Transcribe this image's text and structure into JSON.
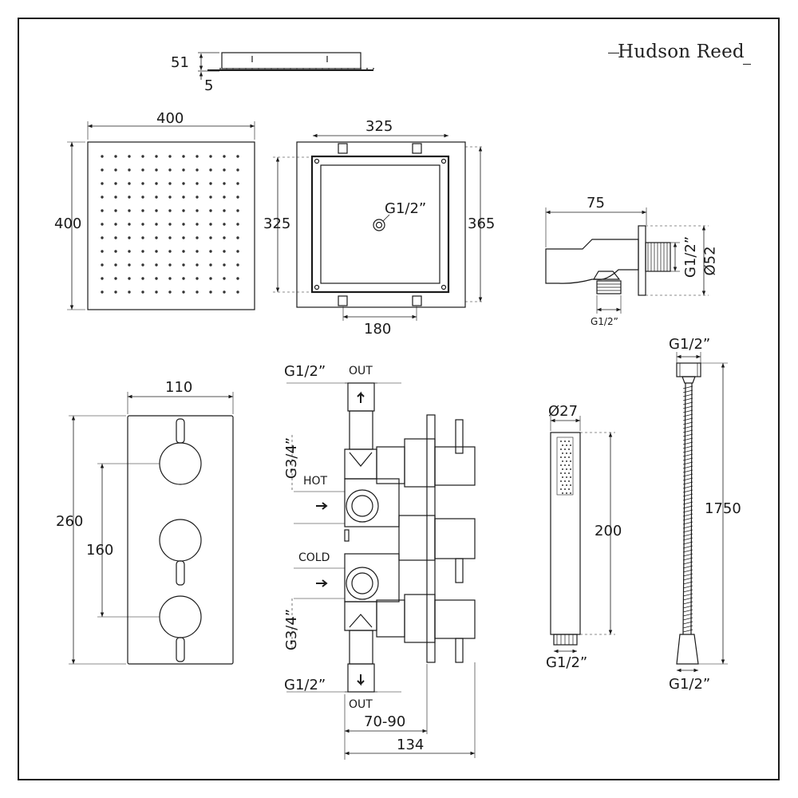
{
  "brand": "Hudson Reed",
  "dims": {
    "head_height": "51",
    "head_lip": "5",
    "head_width": "400",
    "head_depth": "400",
    "frame_inner": "325",
    "frame_inner_v": "325",
    "frame_outer": "365",
    "frame_inlet": "G1/2”",
    "frame_spacing": "180",
    "elbow_length": "75",
    "elbow_thread": "G1/2”",
    "elbow_diameter": "Ø52",
    "elbow_outlet": "G1/2”",
    "plate_width": "110",
    "plate_height": "260",
    "knob_spacing": "160",
    "valve_top_out_thread": "G1/2”",
    "valve_top_out": "OUT",
    "valve_top_g34": "G3/4”",
    "valve_hot": "HOT",
    "valve_cold": "COLD",
    "valve_bottom_g34": "G3/4”",
    "valve_bottom_out_thread": "G1/2”",
    "valve_bottom_out": "OUT",
    "valve_depth": "70-90",
    "valve_total": "134",
    "handset_diameter": "Ø27",
    "handset_length": "200",
    "handset_thread": "G1/2”",
    "hose_top_thread": "G1/2”",
    "hose_length": "1750",
    "hose_bottom_thread": "G1/2”"
  },
  "colors": {
    "line": "#1a1a1a",
    "dim": "#333333"
  }
}
